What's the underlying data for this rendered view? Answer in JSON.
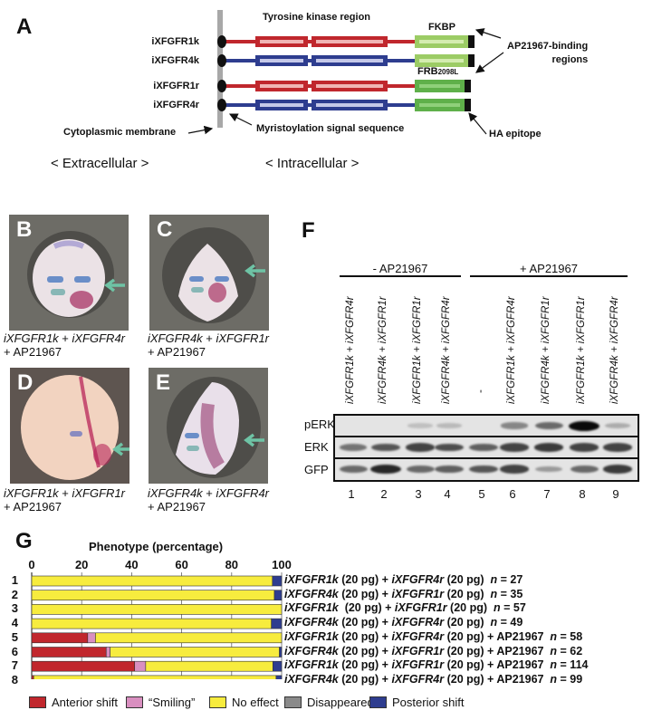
{
  "panels": {
    "A": {
      "letter": "A",
      "constructs": [
        {
          "name": "iXFGFR1k",
          "linker_color": "#c0272d",
          "domain_color": "#c0272d",
          "domain_fill": "#f0b5b5",
          "tag_color": "#9ccc65",
          "tag_fill": "#d4ecb0"
        },
        {
          "name": "iXFGFR4k",
          "linker_color": "#2e3d8f",
          "domain_color": "#2e3d8f",
          "domain_fill": "#c5c8e8",
          "tag_color": "#9ccc65",
          "tag_fill": "#d4ecb0"
        },
        {
          "name": "iXFGFR1r",
          "linker_color": "#c0272d",
          "domain_color": "#c0272d",
          "domain_fill": "#f0b5b5",
          "tag_color": "#5fb04a",
          "tag_fill": "#8fd07a"
        },
        {
          "name": "iXFGFR4r",
          "linker_color": "#2e3d8f",
          "domain_color": "#2e3d8f",
          "domain_fill": "#c5c8e8",
          "tag_color": "#5fb04a",
          "tag_fill": "#8fd07a"
        }
      ],
      "labels": {
        "tyrosine_kinase": "Tyrosine kinase region",
        "fkbp": "FKBP",
        "frb_main": "FRB",
        "frb_sub": "2098L",
        "binding_regions_line1": "AP21967-binding",
        "binding_regions_line2": "regions",
        "membrane": "Cytoplasmic membrane",
        "myristoylation": "Myristoylation signal sequence",
        "ha_epitope": "HA epitope",
        "extracellular": "< Extracellular >",
        "intracellular": "< Intracellular >"
      }
    },
    "photos": [
      {
        "letter": "B",
        "caption_line1_a": "iXFGFR1k",
        "caption_plus": " + ",
        "caption_line1_b": "iXFGFR4r",
        "caption_line2": "+ AP21967"
      },
      {
        "letter": "C",
        "caption_line1_a": "iXFGFR4k",
        "caption_plus": " + ",
        "caption_line1_b": "iXFGFR1r",
        "caption_line2": "+ AP21967"
      },
      {
        "letter": "D",
        "caption_line1_a": "iXFGFR1k",
        "caption_plus": " + ",
        "caption_line1_b": "iXFGFR1r",
        "caption_line2": "+ AP21967"
      },
      {
        "letter": "E",
        "caption_line1_a": "iXFGFR4k",
        "caption_plus": " + ",
        "caption_line1_b": "iXFGFR4r",
        "caption_line2": "+ AP21967"
      }
    ],
    "F": {
      "letter": "F",
      "group_minus": "- AP21967",
      "group_plus": "+ AP21967",
      "lanes": [
        {
          "num": "1",
          "label": "iXFGFR1k + iXFGFR4r"
        },
        {
          "num": "2",
          "label": "iXFGFR4k + iXFGFR1r"
        },
        {
          "num": "3",
          "label": "iXFGFR1k + iXFGFR1r"
        },
        {
          "num": "4",
          "label": "iXFGFR4k + iXFGFR4r"
        },
        {
          "num": "5",
          "label": "-"
        },
        {
          "num": "6",
          "label": "iXFGFR1k + iXFGFR4r"
        },
        {
          "num": "7",
          "label": "iXFGFR4k + iXFGFR1r"
        },
        {
          "num": "8",
          "label": "iXFGFR1k + iXFGFR1r"
        },
        {
          "num": "9",
          "label": "iXFGFR4k + iXFGFR4r"
        }
      ],
      "blots": [
        {
          "name": "pERK",
          "intensity": [
            0.0,
            0.0,
            0.05,
            0.08,
            0.0,
            0.35,
            0.5,
            1.0,
            0.15
          ]
        },
        {
          "name": "ERK",
          "intensity": [
            0.45,
            0.6,
            0.7,
            0.65,
            0.55,
            0.7,
            0.75,
            0.7,
            0.7
          ]
        },
        {
          "name": "GFP",
          "intensity": [
            0.5,
            0.85,
            0.5,
            0.55,
            0.6,
            0.7,
            0.25,
            0.5,
            0.75
          ]
        }
      ]
    }
  },
  "chart_data": {
    "type": "bar",
    "orientation": "horizontal-stacked",
    "panel_letter": "G",
    "title": "Phenotype (percentage)",
    "xlabel": "Phenotype (percentage)",
    "xlim": [
      0,
      100
    ],
    "xticks": [
      "0",
      "20",
      "40",
      "60",
      "80",
      "100"
    ],
    "grid": true,
    "legend_position": "bottom",
    "categories": [
      "1",
      "2",
      "3",
      "4",
      "5",
      "6",
      "7",
      "8"
    ],
    "row_labels": [
      {
        "a": "iXFGFR1k",
        "a_dose": " (20 pg) + ",
        "b": "iXFGFR4r",
        "b_dose": " (20 pg)",
        "drug": "",
        "n_label": "n",
        "n_value": " = 27"
      },
      {
        "a": "iXFGFR4k",
        "a_dose": " (20 pg) + ",
        "b": "iXFGFR1r",
        "b_dose": " (20 pg)",
        "drug": "",
        "n_label": "n",
        "n_value": " = 35"
      },
      {
        "a": "iXFGFR1k",
        "a_dose": "  (20 pg) + ",
        "b": "iXFGFR1r",
        "b_dose": " (20 pg)",
        "drug": "",
        "n_label": "n",
        "n_value": " = 57"
      },
      {
        "a": "iXFGFR4k",
        "a_dose": " (20 pg) + ",
        "b": "iXFGFR4r",
        "b_dose": " (20 pg)",
        "drug": "",
        "n_label": "n",
        "n_value": " = 49"
      },
      {
        "a": "iXFGFR1k",
        "a_dose": " (20 pg) + ",
        "b": "iXFGFR4r",
        "b_dose": " (20 pg)",
        "drug": " + AP21967",
        "n_label": "n",
        "n_value": " = 58"
      },
      {
        "a": "iXFGFR4k",
        "a_dose": " (20 pg) + ",
        "b": "iXFGFR1r",
        "b_dose": " (20 pg)",
        "drug": " + AP21967",
        "n_label": "n",
        "n_value": " = 62"
      },
      {
        "a": "iXFGFR1k",
        "a_dose": " (20 pg) + ",
        "b": "iXFGFR1r",
        "b_dose": " (20 pg)",
        "drug": " + AP21967",
        "n_label": "n",
        "n_value": " = 114"
      },
      {
        "a": "iXFGFR4k",
        "a_dose": " (20 pg) + ",
        "b": "iXFGFR4r",
        "b_dose": " (20 pg)",
        "drug": " + AP21967",
        "n_label": "n",
        "n_value": " = 99"
      }
    ],
    "series": [
      {
        "name": "Anterior shift",
        "color": "#c1272d",
        "values": [
          0,
          0,
          0,
          0,
          22.4,
          29.8,
          41.2,
          0.8
        ]
      },
      {
        "name": "“Smiling”",
        "color": "#d98fc0",
        "values": [
          0,
          0,
          0,
          0,
          3.1,
          1.6,
          4.4,
          0
        ]
      },
      {
        "name": "No effect",
        "color": "#f7ec3e",
        "values": [
          96.3,
          97.1,
          100,
          95.9,
          74.5,
          67.7,
          50.9,
          97.0
        ]
      },
      {
        "name": "Disappeared",
        "color": "#8a8a8a",
        "values": [
          0,
          0,
          0,
          0,
          0,
          0,
          0,
          0
        ]
      },
      {
        "name": "Posterior shift",
        "color": "#2e3d8f",
        "values": [
          3.7,
          2.9,
          0,
          4.1,
          0,
          0.9,
          3.5,
          2.2
        ]
      }
    ]
  }
}
